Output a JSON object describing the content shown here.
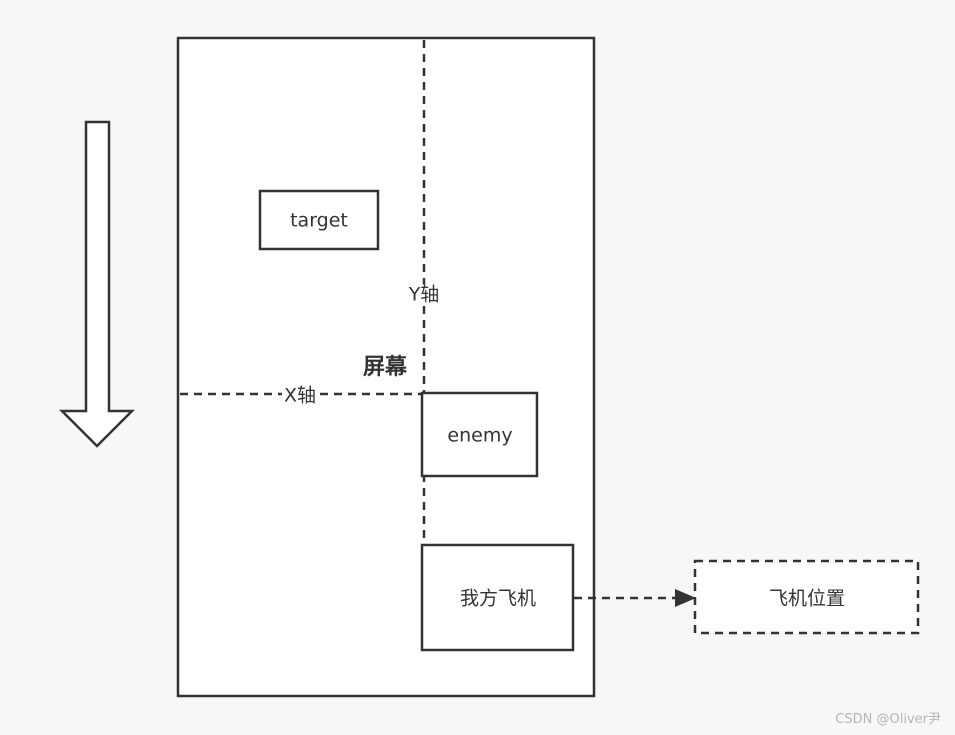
{
  "screen": {
    "label": "屏幕"
  },
  "axes": {
    "y_label": "Y轴",
    "x_label": "X轴"
  },
  "nodes": {
    "target": "target",
    "enemy": "enemy",
    "player": "我方飞机",
    "position": "飞机位置"
  },
  "watermark": "CSDN @Oliver尹",
  "colors": {
    "stroke": "#333333",
    "background": "#f7f7f7",
    "box_fill": "#ffffff"
  }
}
